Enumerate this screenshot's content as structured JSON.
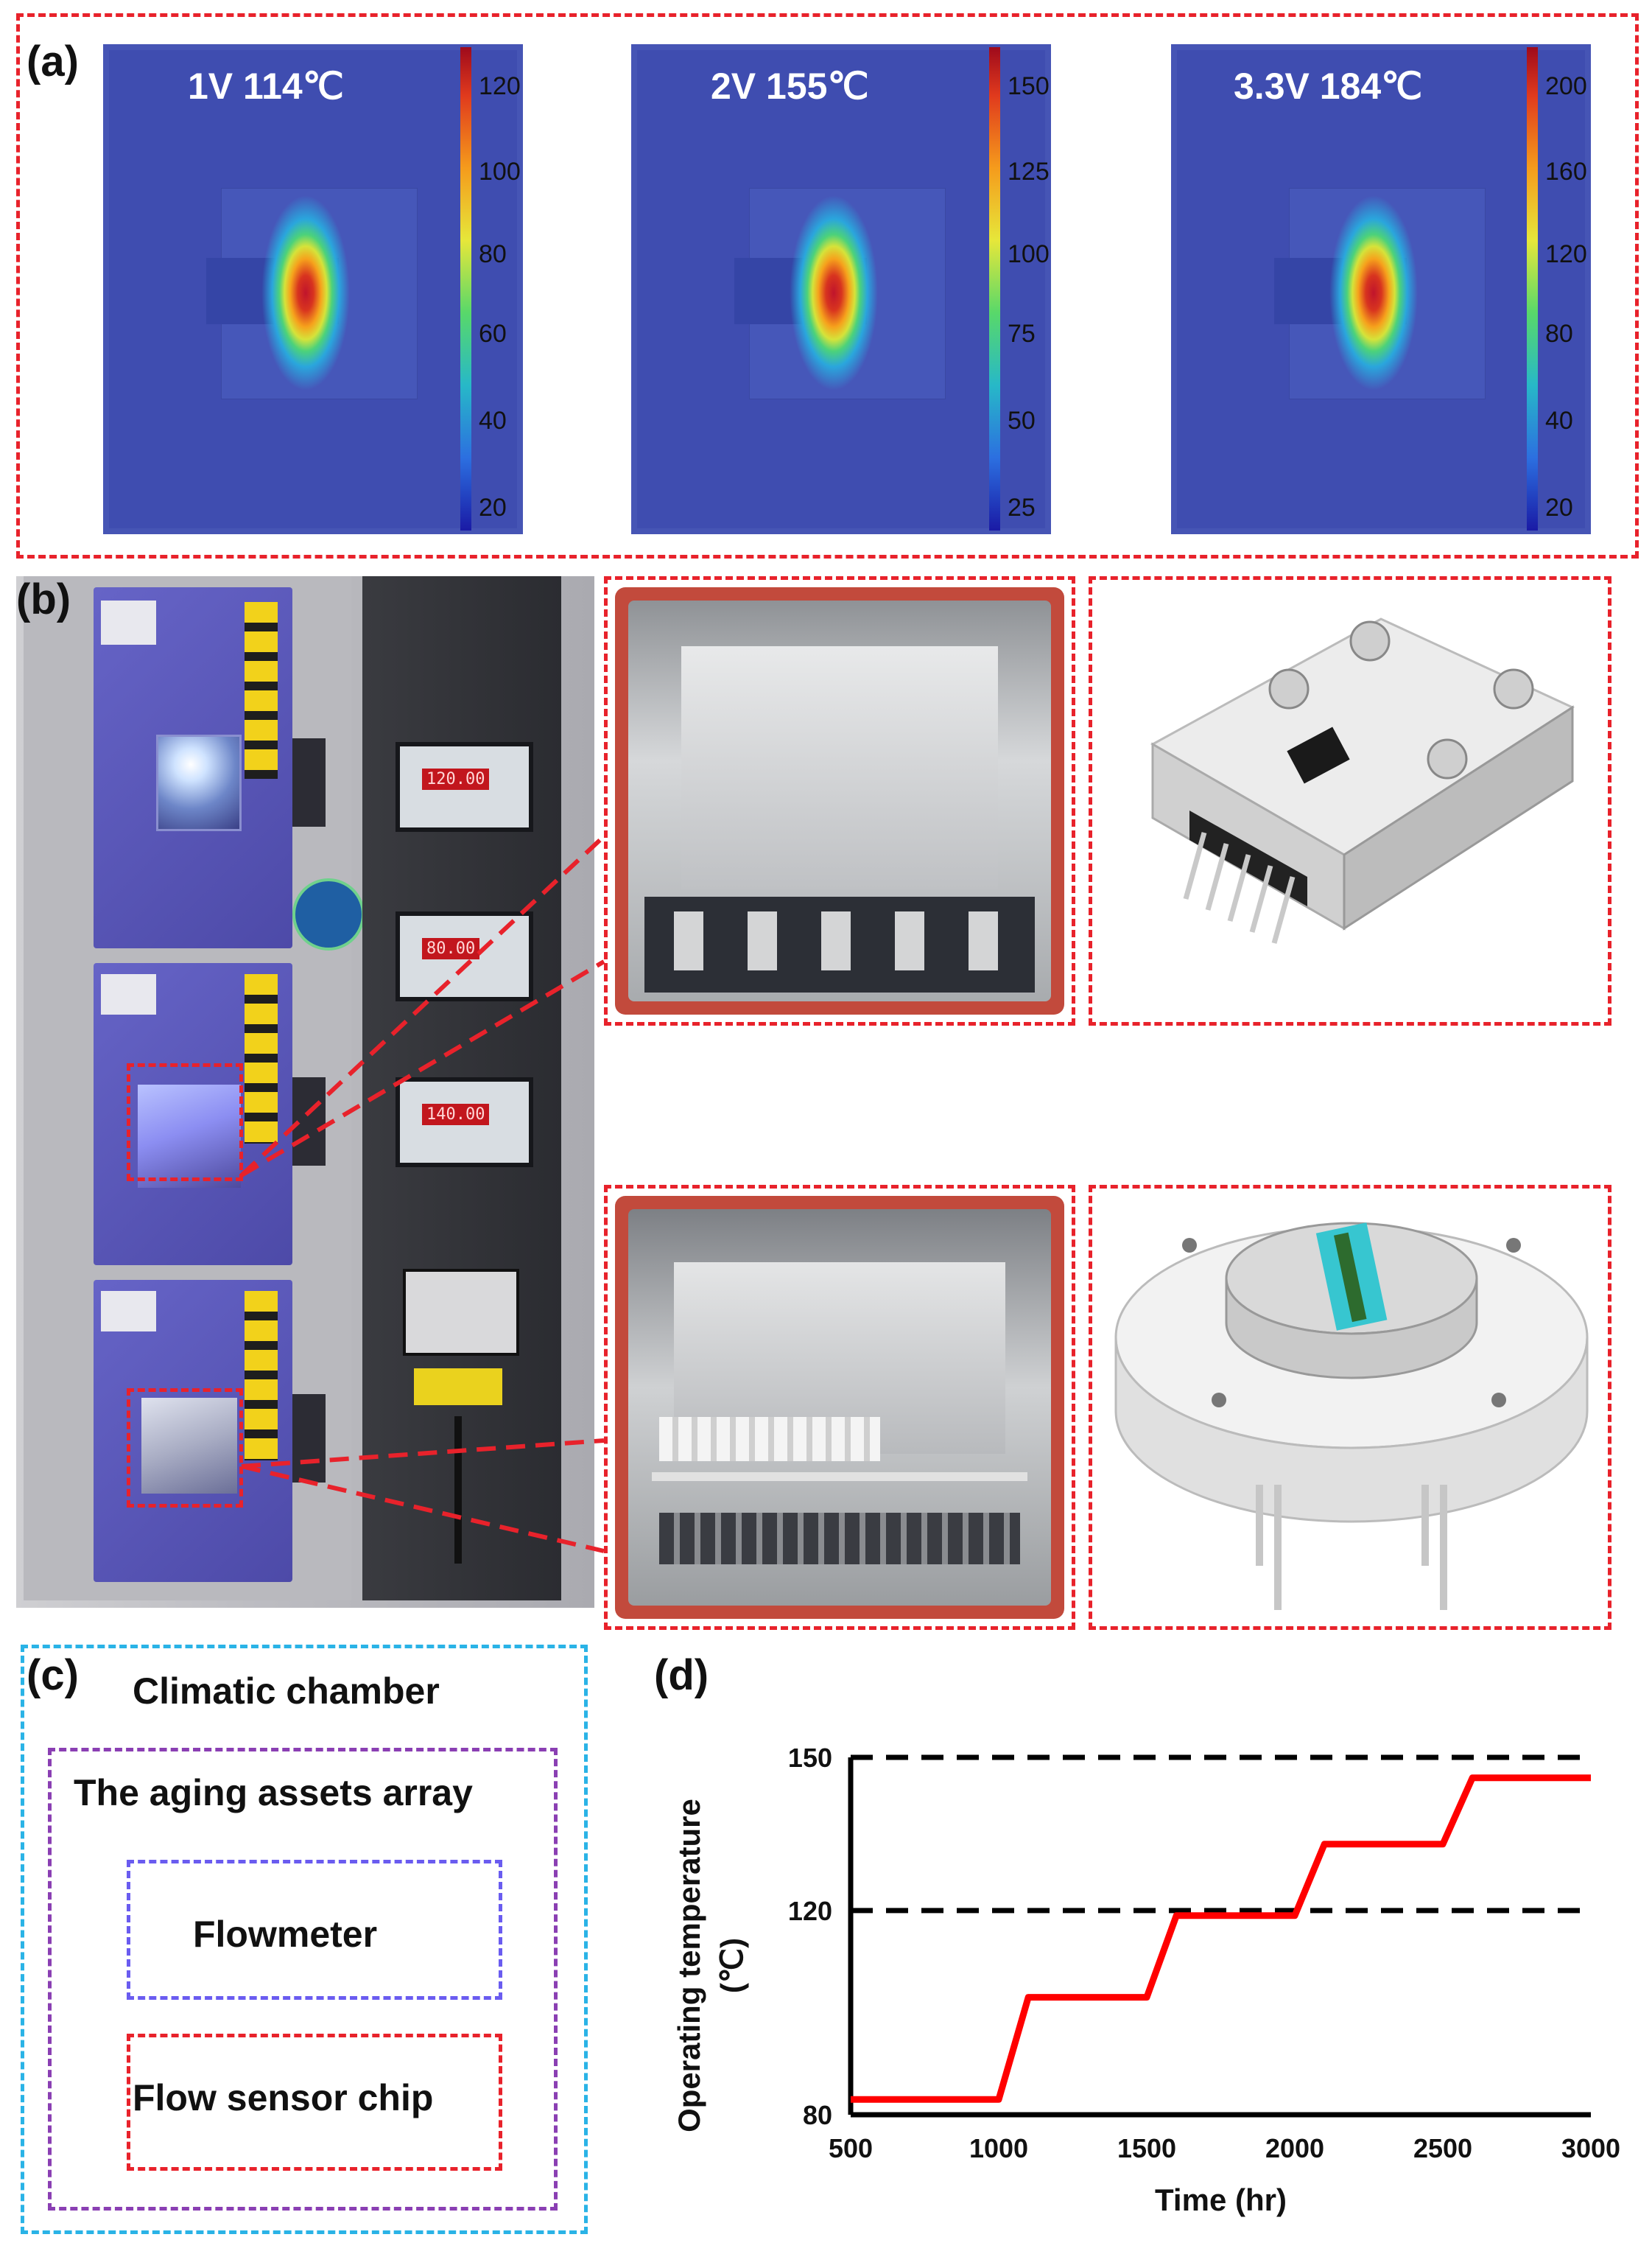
{
  "labels": {
    "a": "(a)",
    "b": "(b)",
    "c": "(c)",
    "d": "(d)"
  },
  "simulations": [
    {
      "title": "1V  114℃",
      "ticks": [
        "120",
        "100",
        "80",
        "60",
        "40",
        "20"
      ]
    },
    {
      "title": "2V  155℃",
      "ticks": [
        "150",
        "125",
        "100",
        "75",
        "50",
        "25"
      ]
    },
    {
      "title": "3.3V  184℃",
      "ticks": [
        "200",
        "160",
        "120",
        "80",
        "40",
        "20"
      ]
    }
  ],
  "chamber": {
    "display_values": [
      "120.00",
      "80.00",
      "140.00"
    ]
  },
  "diagram": {
    "outer": "Climatic chamber",
    "array": "The aging assets array",
    "flowmeter": "Flowmeter",
    "chip": "Flow sensor chip"
  },
  "colors": {
    "frame_red": "#e8222b",
    "frame_blue": "#2ab3e6",
    "frame_purple": "#8a3fb3",
    "frame_violet": "#6a5cf0",
    "sim_bg": "#3f4db0",
    "chamber_purple": "#5d58b8",
    "curve": "#ff0000"
  },
  "chart_data": {
    "type": "line",
    "xlabel": "Time (hr)",
    "ylabel": "Operating temperature (℃)",
    "xlim": [
      500,
      3000
    ],
    "ylim": [
      80,
      150
    ],
    "xticks": [
      "500",
      "1000",
      "1500",
      "2000",
      "2500",
      "3000"
    ],
    "yticks": [
      "80",
      "120",
      "150"
    ],
    "reference_lines": [
      120,
      150
    ],
    "series": [
      {
        "x": [
          500,
          1000,
          1100,
          1500,
          1600,
          2000,
          2100,
          2500,
          2600,
          3000
        ],
        "values": [
          83,
          83,
          103,
          103,
          119,
          119,
          133,
          133,
          146,
          146
        ]
      }
    ]
  }
}
